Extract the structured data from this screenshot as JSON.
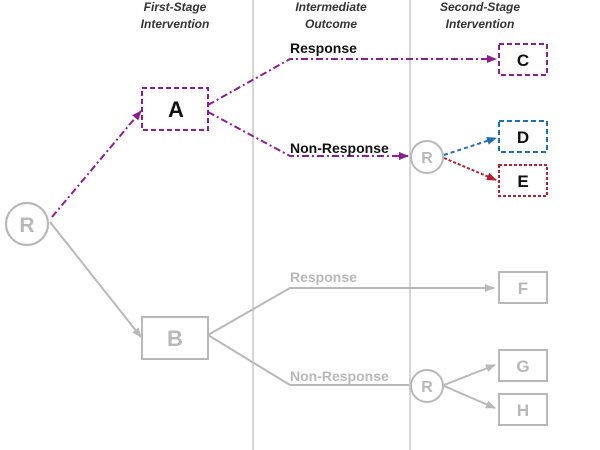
{
  "headers": {
    "col1": [
      "First-Stage",
      "Intervention"
    ],
    "col2": [
      "Intermediate",
      "Outcome"
    ],
    "col3": [
      "Second-Stage",
      "Intervention"
    ]
  },
  "colors": {
    "purple": "#8a1f8e",
    "blue": "#1f6fb0",
    "red": "#b22030",
    "gray": "#b8b8b8",
    "divider": "#bfbfbf",
    "text": "#111111"
  },
  "nodes": {
    "root_randomize": "R",
    "option_a": "A",
    "option_b": "B",
    "top_randomize": "R",
    "bottom_randomize": "R",
    "option_c": "C",
    "option_d": "D",
    "option_e": "E",
    "option_f": "F",
    "option_g": "G",
    "option_h": "H"
  },
  "edge_labels": {
    "a_response": "Response",
    "a_non_response": "Non-Response",
    "b_response": "Response",
    "b_non_response": "Non-Response"
  }
}
